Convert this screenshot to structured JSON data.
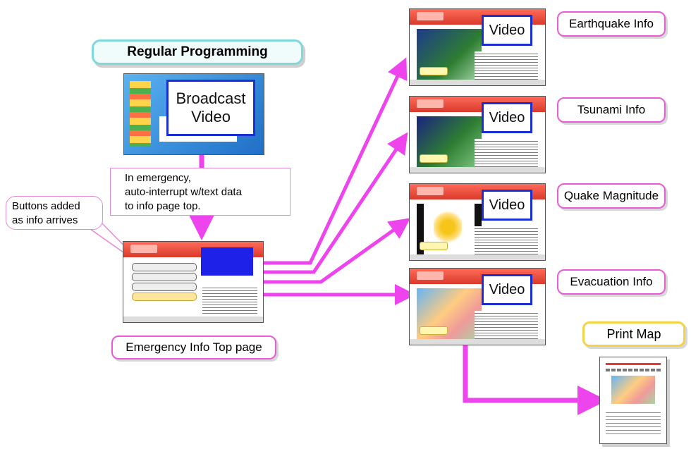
{
  "header_label": "Regular Programming",
  "broadcast_video_label": [
    "Broadcast",
    "Video"
  ],
  "interrupt_note": [
    "In emergency,",
    "auto-interrupt w/text data",
    "to info page top."
  ],
  "buttons_note": [
    "Buttons added",
    "as info arrives"
  ],
  "top_page_label": "Emergency Info Top page",
  "video_label": "Video",
  "info_pages": [
    {
      "label": "Earthquake Info"
    },
    {
      "label": "Tsunami Info"
    },
    {
      "label": "Quake Magnitude"
    },
    {
      "label": "Evacuation Info"
    }
  ],
  "print_map_label": "Print Map",
  "colors": {
    "arrow": "#ee44ee",
    "video_border": "#1a2fd1",
    "label_border": "#e85bd6"
  }
}
